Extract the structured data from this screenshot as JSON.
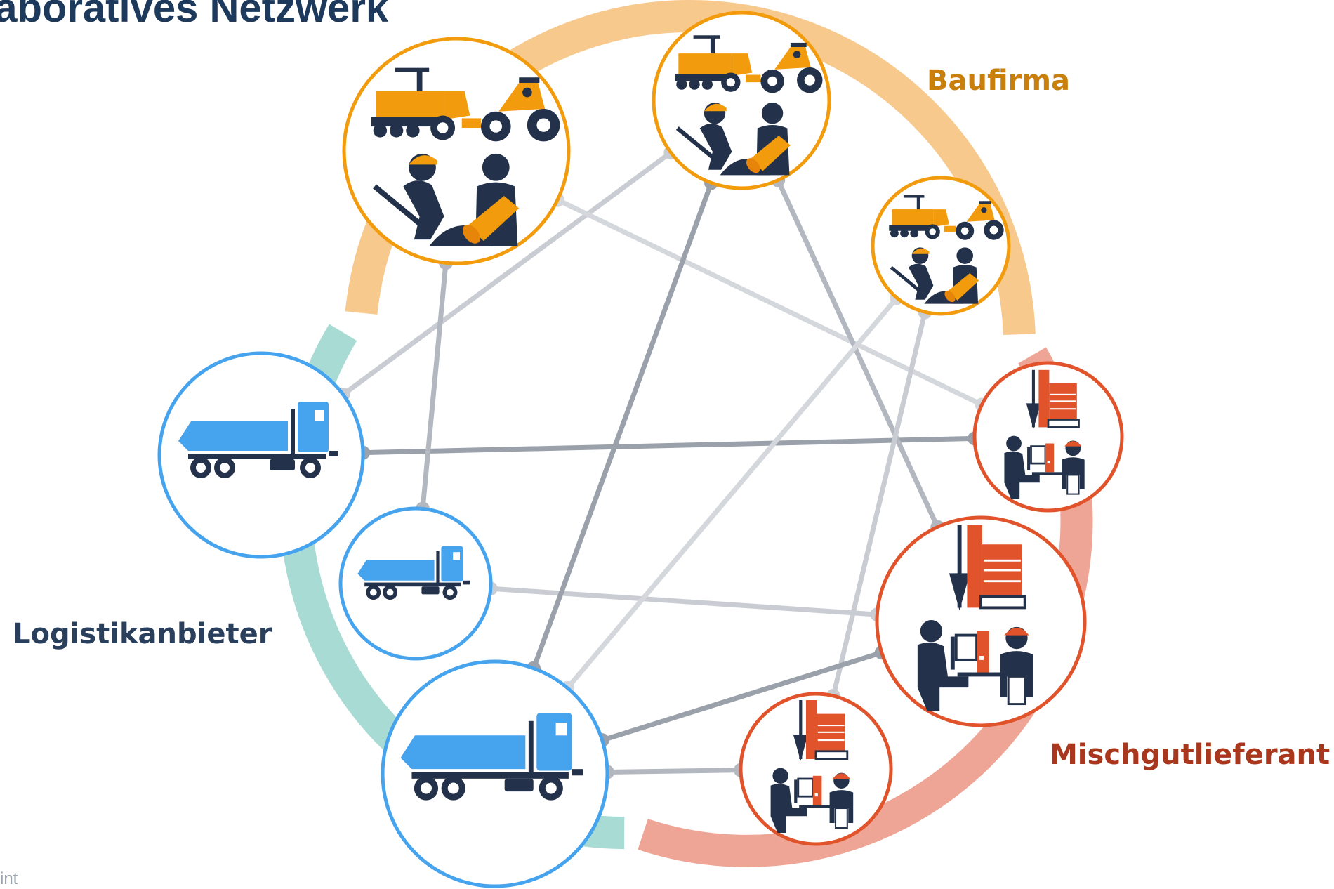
{
  "title": "llaboratives Netzwerk",
  "footer_text": "int",
  "groups": {
    "baufirma": {
      "label": "Baufirma",
      "color": "#c97f0c",
      "ring_color": "#f7c98d",
      "node_color": "#f29b0c"
    },
    "logistik": {
      "label": "Logistikanbieter",
      "color": "#2a3f5c",
      "ring_color": "#a9dbd5",
      "node_color": "#46a3ee"
    },
    "misch": {
      "label": "Mischgutlieferant",
      "color": "#a8371d",
      "ring_color": "#eea595",
      "node_color": "#e0532b"
    }
  },
  "nodes": [
    {
      "id": "baufirma-1",
      "group": "baufirma",
      "icon": "construction-workers-icon"
    },
    {
      "id": "baufirma-2",
      "group": "baufirma",
      "icon": "construction-workers-icon"
    },
    {
      "id": "baufirma-3",
      "group": "baufirma",
      "icon": "construction-workers-icon"
    },
    {
      "id": "misch-1",
      "group": "misch",
      "icon": "asphalt-plant-operators-icon"
    },
    {
      "id": "misch-2",
      "group": "misch",
      "icon": "asphalt-plant-operators-icon"
    },
    {
      "id": "misch-3",
      "group": "misch",
      "icon": "asphalt-plant-operators-icon"
    },
    {
      "id": "logistik-1",
      "group": "logistik",
      "icon": "dump-truck-icon"
    },
    {
      "id": "logistik-2",
      "group": "logistik",
      "icon": "dump-truck-icon"
    },
    {
      "id": "logistik-3",
      "group": "logistik",
      "icon": "dump-truck-icon"
    }
  ],
  "connections": [
    [
      "logistik-1",
      "baufirma-2"
    ],
    [
      "logistik-1",
      "misch-1"
    ],
    [
      "baufirma-1",
      "logistik-2"
    ],
    [
      "baufirma-1",
      "misch-1"
    ],
    [
      "logistik-2",
      "misch-2"
    ],
    [
      "baufirma-2",
      "logistik-3"
    ],
    [
      "baufirma-2",
      "misch-2"
    ],
    [
      "baufirma-3",
      "logistik-3"
    ],
    [
      "baufirma-3",
      "misch-3"
    ],
    [
      "logistik-3",
      "misch-2"
    ],
    [
      "logistik-3",
      "misch-3"
    ]
  ]
}
